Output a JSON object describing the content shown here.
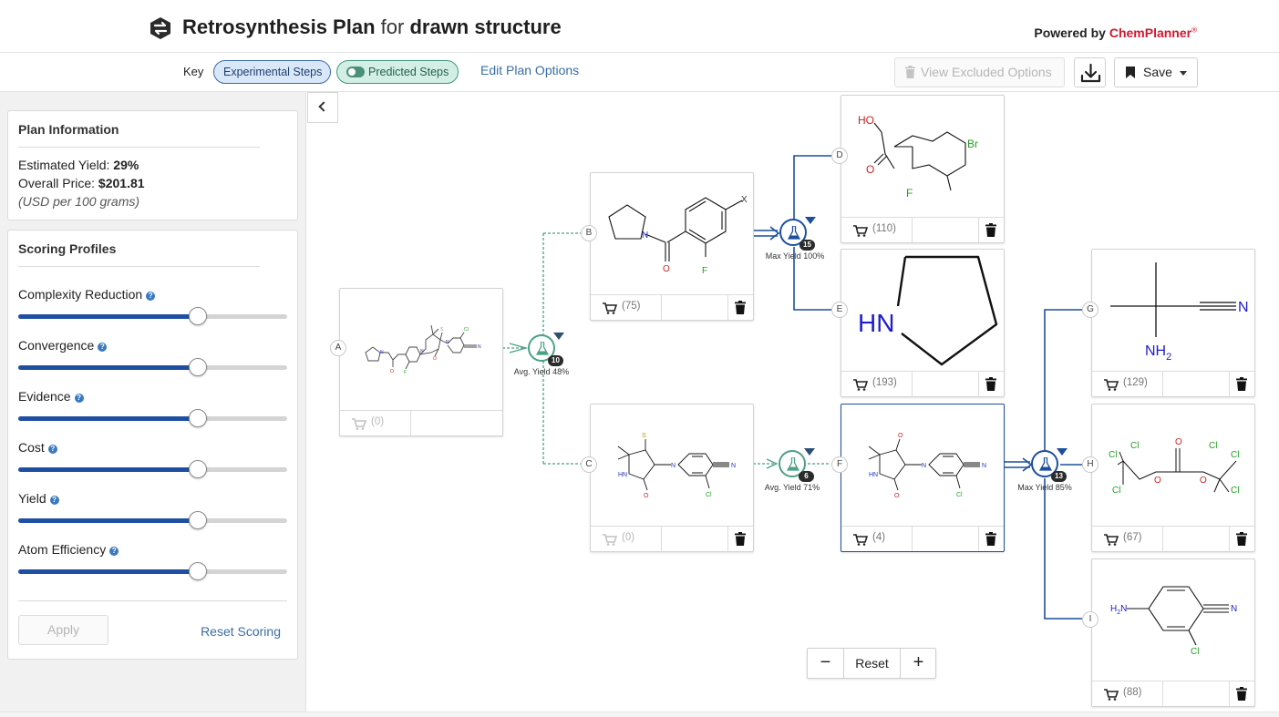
{
  "header": {
    "title_strong": "Retrosynthesis Plan",
    "title_for": "for",
    "title_target": "drawn structure",
    "powered_by": "Powered by",
    "brand": "ChemPlanner",
    "brand_mark": "®"
  },
  "toolbar": {
    "key_label": "Key",
    "experimental_label": "Experimental Steps",
    "predicted_label": "Predicted Steps",
    "edit_plan_label": "Edit Plan Options",
    "view_excluded_label": "View Excluded Options",
    "save_label": "Save"
  },
  "plan_info": {
    "title": "Plan Information",
    "yield_label": "Estimated Yield:",
    "yield_value": "29%",
    "price_label": "Overall Price:",
    "price_value": "$201.81",
    "price_note": "(USD per 100 grams)"
  },
  "scoring": {
    "title": "Scoring Profiles",
    "sliders": [
      {
        "label": "Complexity Reduction",
        "value": 0.667
      },
      {
        "label": "Convergence",
        "value": 0.667
      },
      {
        "label": "Evidence",
        "value": 0.667
      },
      {
        "label": "Cost",
        "value": 0.667
      },
      {
        "label": "Yield",
        "value": 0.667
      },
      {
        "label": "Atom Efficiency",
        "value": 0.667
      }
    ],
    "apply_label": "Apply",
    "reset_label": "Reset Scoring"
  },
  "nodes": {
    "A": {
      "label": "A",
      "count": "(0)"
    },
    "B": {
      "label": "B",
      "count": "(75)"
    },
    "C": {
      "label": "C",
      "count": "(0)"
    },
    "D": {
      "label": "D",
      "count": "(110)"
    },
    "E": {
      "label": "E",
      "count": "(193)"
    },
    "F": {
      "label": "F",
      "count": "(4)"
    },
    "G": {
      "label": "G",
      "count": "(129)"
    },
    "H": {
      "label": "H",
      "count": "(67)"
    },
    "I": {
      "label": "I",
      "count": "(88)"
    }
  },
  "atoms": {
    "x": "X",
    "o": "O",
    "f": "F",
    "ho": "HO",
    "br": "Br",
    "hn": "HN",
    "n": "N",
    "nh2": "NH",
    "nh2_sub": "2",
    "cl": "Cl",
    "s": "S",
    "h2n": "H",
    "h2n_sub": "2",
    "h2n_n": "N"
  },
  "reactions": {
    "r1": {
      "badge": "10",
      "label": "Avg. Yield 48%"
    },
    "r2": {
      "badge": "15",
      "label": "Max Yield 100%"
    },
    "r3": {
      "badge": "6",
      "label": "Avg. Yield 71%"
    },
    "r4": {
      "badge": "13",
      "label": "Max Yield 85%"
    }
  },
  "zoom": {
    "minus": "−",
    "reset": "Reset",
    "plus": "+"
  },
  "colors": {
    "experimental": "#1c4f9c",
    "predicted": "#4ba283",
    "brand": "#d0182f",
    "slider_fill": "#1f4fa3",
    "link": "#3a6ea5"
  },
  "icons": [
    "logo-icon",
    "trash-icon",
    "download-icon",
    "bookmark-icon",
    "caret-down-icon",
    "chevron-left-icon",
    "help-icon",
    "cart-icon",
    "flask-icon"
  ]
}
